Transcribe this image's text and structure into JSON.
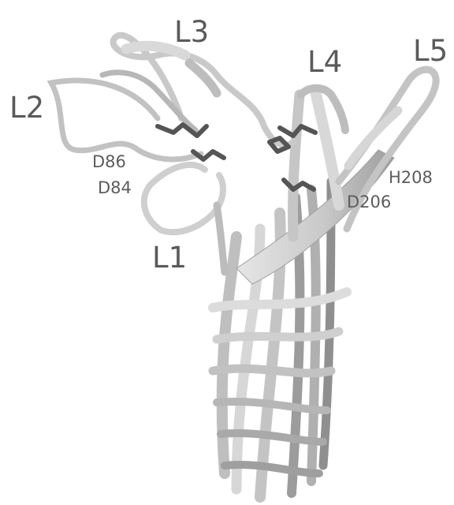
{
  "loops": {
    "l1": "L1",
    "l2": "L2",
    "l3": "L3",
    "l4": "L4",
    "l5": "L5"
  },
  "residues": {
    "d86": "D86",
    "d84": "D84",
    "h208": "H208",
    "d206": "D206"
  },
  "colors": {
    "background": "#ffffff",
    "ribbon_light": "#dedede",
    "ribbon_mid": "#bdbdbd",
    "ribbon_dark": "#8e8e8e",
    "sidechain": "#555555",
    "label": "#5a5a5a"
  }
}
